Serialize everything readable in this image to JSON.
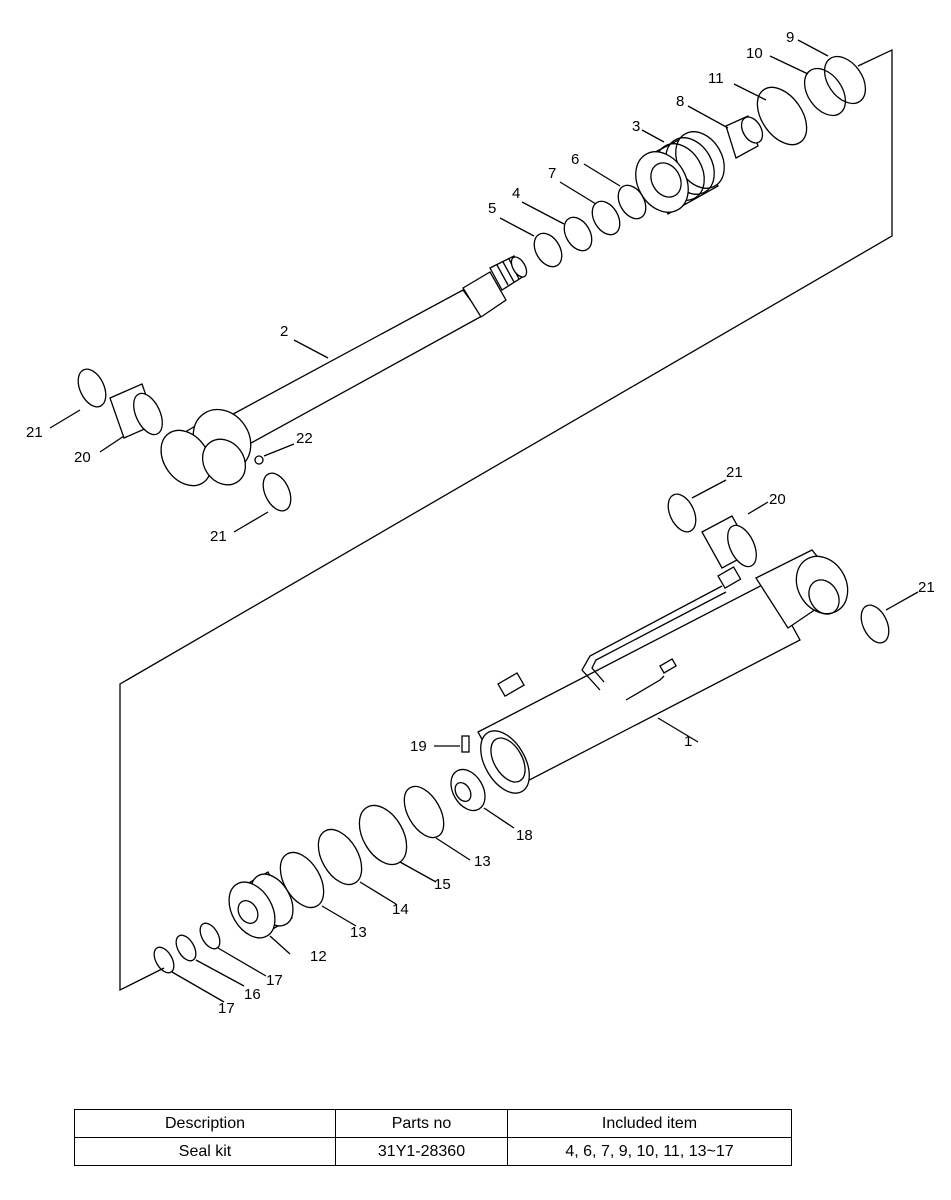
{
  "diagram": {
    "callouts": [
      "1",
      "2",
      "3",
      "4",
      "5",
      "6",
      "7",
      "8",
      "9",
      "10",
      "11",
      "12",
      "13",
      "13",
      "14",
      "15",
      "16",
      "17",
      "17",
      "18",
      "19",
      "20",
      "20",
      "21",
      "21",
      "21",
      "21",
      "22"
    ]
  },
  "table": {
    "headers": [
      "Description",
      "Parts no",
      "Included item"
    ],
    "row": {
      "description": "Seal kit",
      "parts_no": "31Y1-28360",
      "included": "4, 6, 7, 9, 10, 11, 13~17"
    }
  }
}
